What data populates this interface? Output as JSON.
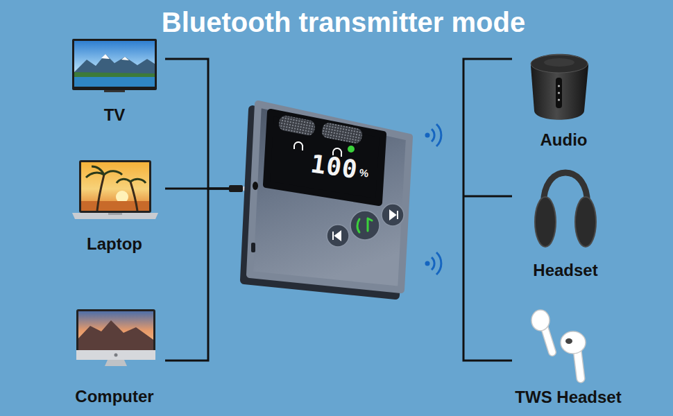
{
  "diagram": {
    "title": "Bluetooth transmitter mode",
    "nodes": [
      {
        "text": [
          "TV"
        ]
      },
      {
        "text": [
          "Laptop"
        ]
      },
      {
        "text": [
          "Computer"
        ]
      },
      {
        "text": [
          "100",
          "%"
        ]
      },
      {
        "text": [
          "Audio"
        ]
      },
      {
        "text": [
          "Headset"
        ]
      },
      {
        "text": [
          "TWS Headset"
        ]
      }
    ],
    "edges": [
      {
        "from": 0,
        "to": 3,
        "arrow": "none"
      },
      {
        "from": 1,
        "to": 3,
        "arrow": "none"
      },
      {
        "from": 2,
        "to": 3,
        "arrow": "none"
      }
    ]
  }
}
